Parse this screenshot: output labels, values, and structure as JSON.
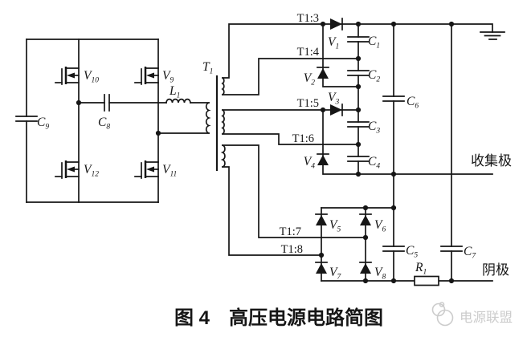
{
  "colors": {
    "line": "#161616",
    "watermark": "#cccccc"
  },
  "caption": "图 4　高压电源电路简图",
  "outputs": {
    "collector": "收集极",
    "cathode": "阴极"
  },
  "terminals": {
    "t3": "T1:3",
    "t4": "T1:4",
    "t5": "T1:5",
    "t6": "T1:6",
    "t7": "T1:7",
    "t8": "T1:8"
  },
  "components": {
    "t1": {
      "main": "T",
      "sub": "1"
    },
    "l1": {
      "main": "L",
      "sub": "1"
    },
    "r1": {
      "main": "R",
      "sub": "1"
    },
    "c1": {
      "main": "C",
      "sub": "1"
    },
    "c2": {
      "main": "C",
      "sub": "2"
    },
    "c3": {
      "main": "C",
      "sub": "3"
    },
    "c4": {
      "main": "C",
      "sub": "4"
    },
    "c5": {
      "main": "C",
      "sub": "5"
    },
    "c6": {
      "main": "C",
      "sub": "6"
    },
    "c7": {
      "main": "C",
      "sub": "7"
    },
    "c8": {
      "main": "C",
      "sub": "8"
    },
    "c9": {
      "main": "C",
      "sub": "9"
    },
    "v1": {
      "main": "V",
      "sub": "1"
    },
    "v2": {
      "main": "V",
      "sub": "2"
    },
    "v3": {
      "main": "V",
      "sub": "3"
    },
    "v4": {
      "main": "V",
      "sub": "4"
    },
    "v5": {
      "main": "V",
      "sub": "5"
    },
    "v6": {
      "main": "V",
      "sub": "6"
    },
    "v7": {
      "main": "V",
      "sub": "7"
    },
    "v8": {
      "main": "V",
      "sub": "8"
    },
    "v9": {
      "main": "V",
      "sub": "9"
    },
    "v10": {
      "main": "V",
      "sub": "10"
    },
    "v11": {
      "main": "V",
      "sub": "11"
    },
    "v12": {
      "main": "V",
      "sub": "12"
    }
  },
  "watermark": {
    "text": "电源联盟"
  }
}
